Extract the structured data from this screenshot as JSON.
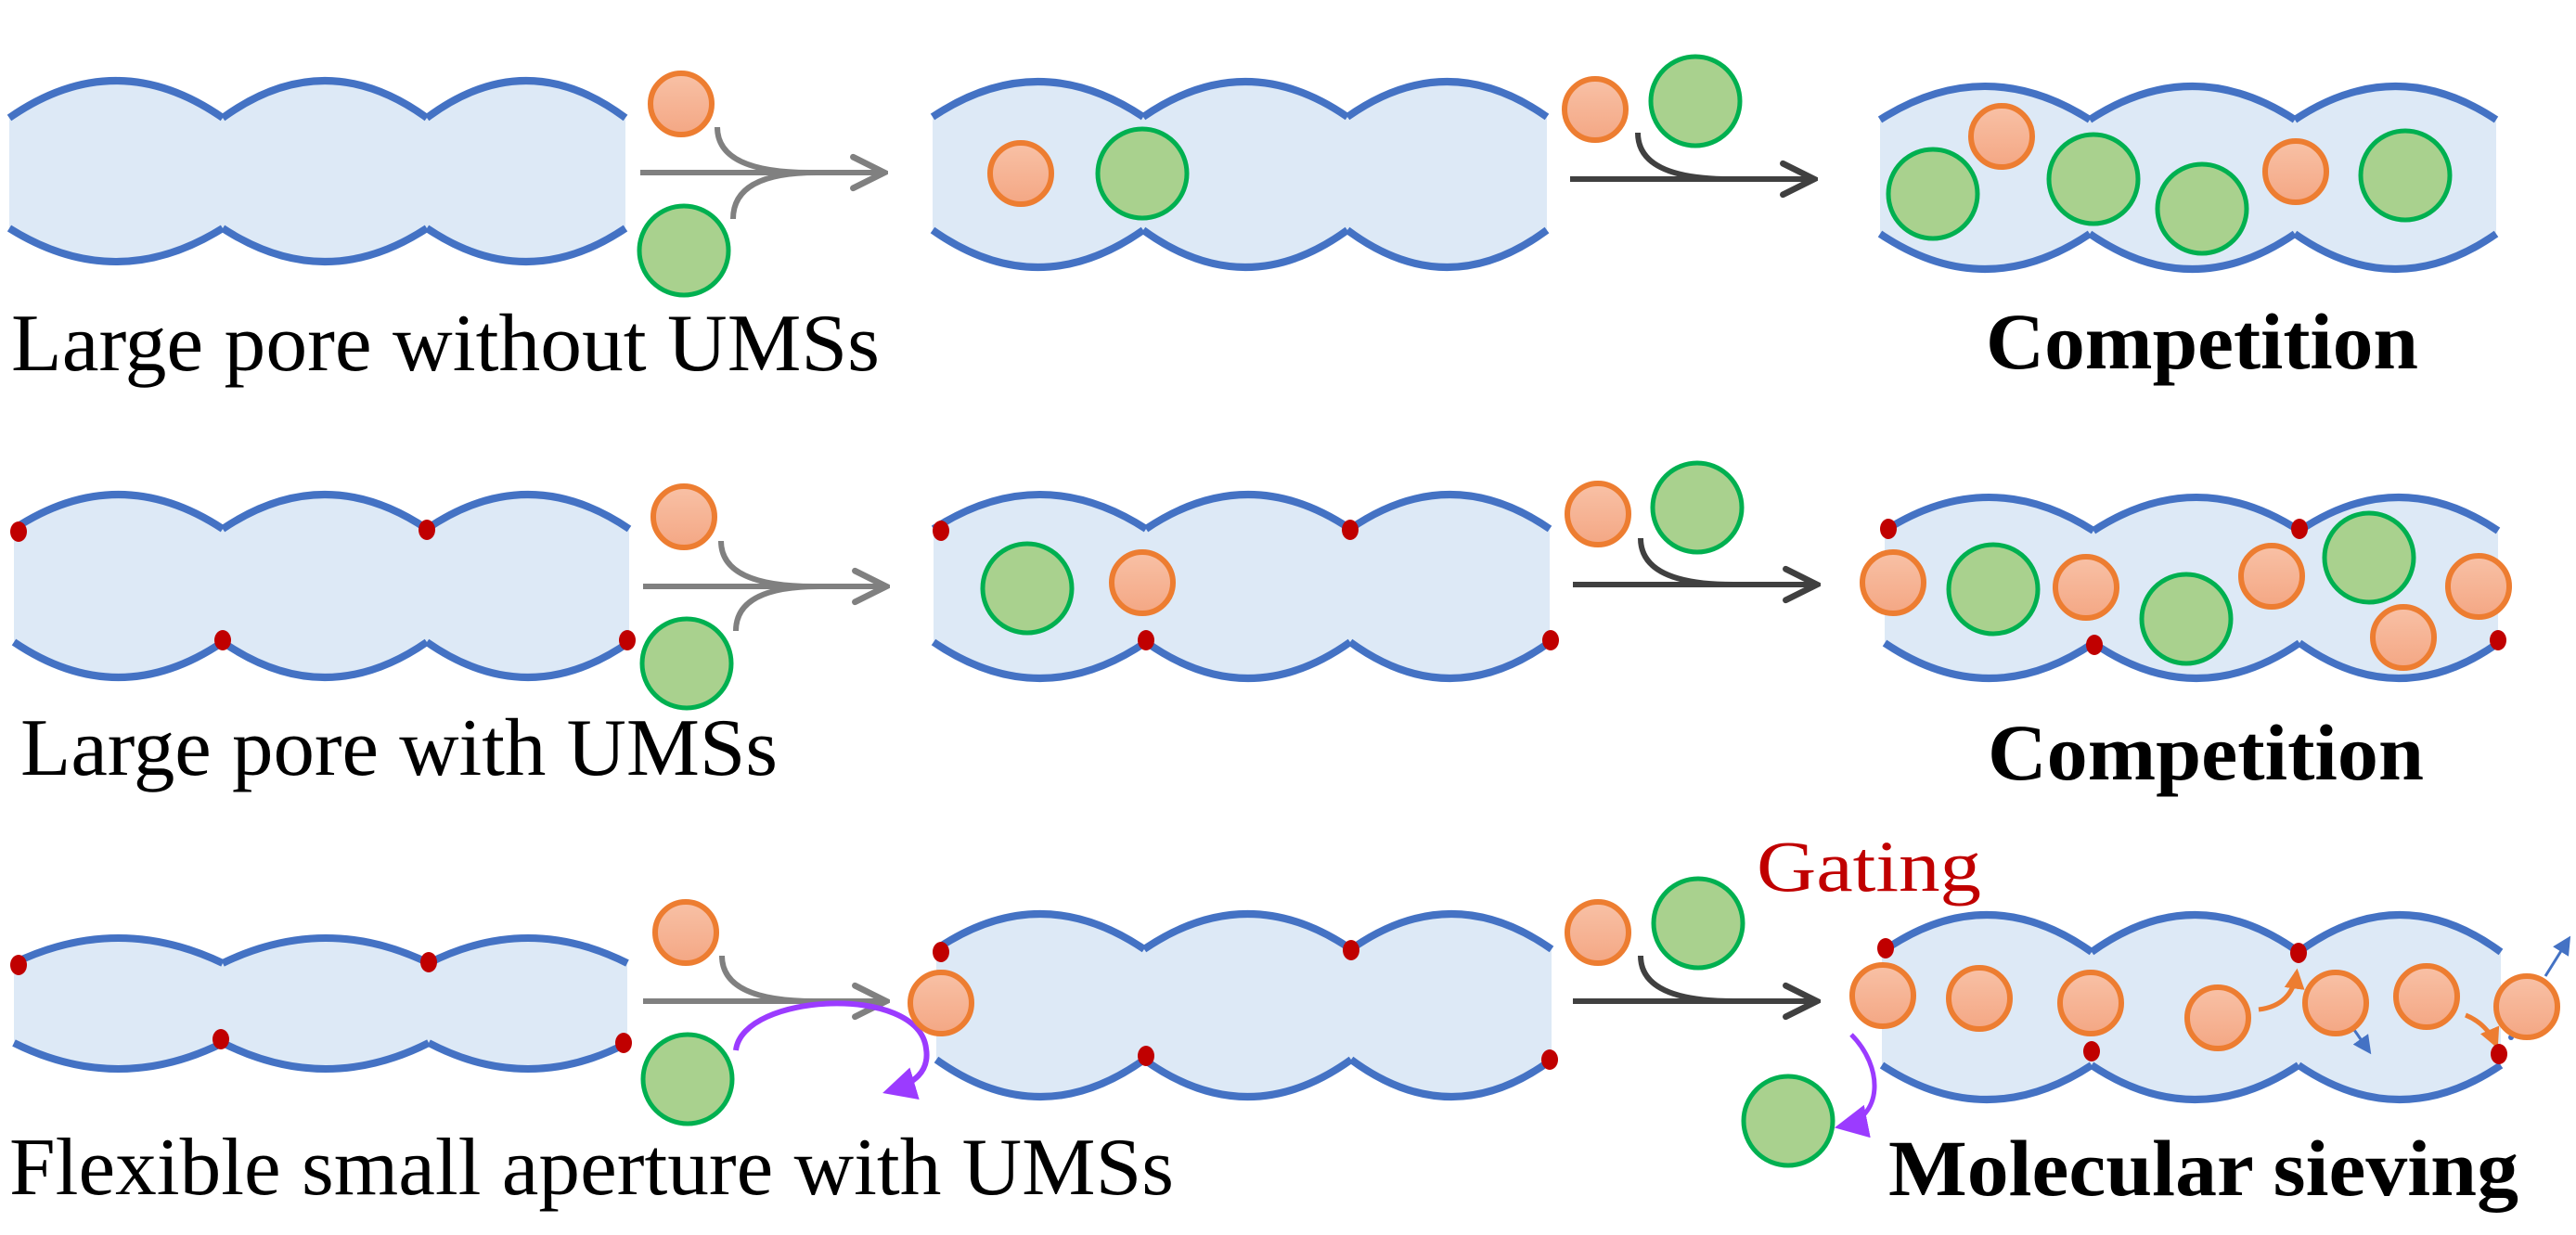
{
  "colors": {
    "channel_fill": "#DDE9F6",
    "channel_wall": "#4472C4",
    "site_dot": "#C00000",
    "small_molecule_fill_top": "#F8C1A6",
    "small_molecule_fill_bottom": "#F4A784",
    "small_molecule_stroke": "#ED7D31",
    "large_molecule_fill": "#A9D18E",
    "large_molecule_stroke": "#00B050",
    "arrow_light": "#808080",
    "arrow_dark": "#404040",
    "rejection_arrow": "#9B3BFF",
    "diffusion_arrow_orange": "#ED7D31",
    "diffusion_arrow_blue": "#4472C4",
    "gating_text": "#C00000"
  },
  "legend": {
    "small_molecule": "orange circle",
    "large_molecule": "green circle",
    "site": "red dot (UMS)"
  },
  "rows": [
    {
      "id": "row-large-pore-without-ums",
      "label": "Large pore without UMSs",
      "outcome": "Competition",
      "has_ums": true,
      "ums_visible": false,
      "panels": [
        "empty channel",
        "one small + one large adsorbed",
        "mixed filling"
      ],
      "adsorbed_final": {
        "small": 2,
        "large": 4
      }
    },
    {
      "id": "row-large-pore-with-ums",
      "label": "Large pore with UMSs",
      "outcome": "Competition",
      "ums_visible": true,
      "panels": [
        "empty channel with UMSs",
        "one large + one small adsorbed",
        "mixed filling"
      ],
      "adsorbed_final": {
        "small": 5,
        "large": 3
      }
    },
    {
      "id": "row-flexible-small-aperture",
      "label": "Flexible small aperture with UMSs",
      "outcome": "Molecular sieving",
      "annotation": "Gating",
      "ums_visible": true,
      "panels": [
        "empty channel with UMSs",
        "small molecule enters, large rejected",
        "only small molecules adsorbed"
      ],
      "adsorbed_final": {
        "small": 7,
        "large": 0
      },
      "rejected_large": 1
    }
  ]
}
